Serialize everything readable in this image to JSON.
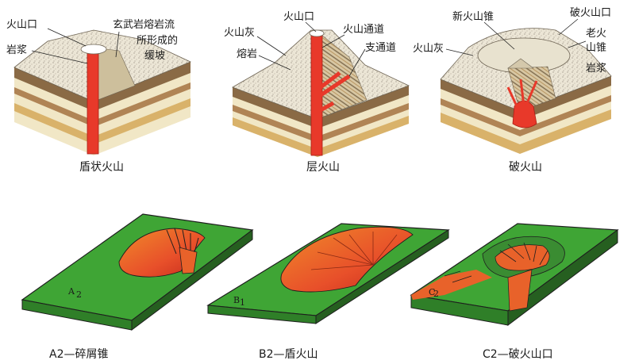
{
  "top_row": {
    "shield": {
      "caption": "盾状火山",
      "labels": {
        "crater": "火山口",
        "magma": "岩浆",
        "basalt_1": "玄武岩熔岩流",
        "basalt_2": "所形成的",
        "basalt_3": "缓坡"
      }
    },
    "strato": {
      "caption": "层火山",
      "labels": {
        "crater": "火山口",
        "ash": "火山灰",
        "conduit": "火山通道",
        "lava": "熔岩",
        "branch": "支通道"
      }
    },
    "caldera": {
      "caption": "破火山",
      "labels": {
        "new_cone": "新火山锥",
        "broken_crater": "破火山口",
        "old_1": "老火",
        "old_2": "山锥",
        "ash": "火山灰",
        "magma": "岩浆"
      }
    }
  },
  "bottom_row": {
    "a2": {
      "caption": "A2—碎屑锥",
      "slab_label": "A",
      "slab_sub": "2"
    },
    "b2": {
      "caption": "B2—盾火山",
      "slab_label": "B",
      "slab_sub": "1"
    },
    "c2": {
      "caption": "C2—破火山口",
      "slab_label": "C",
      "slab_sub": "2"
    }
  },
  "colors": {
    "magma": "#e8392a",
    "green": "#3fa535",
    "lava_orange": "#e8622a",
    "rock_top": "#ece6d6",
    "layer_brown": "#8a6a45",
    "layer_tan": "#d9b26a",
    "layer_cream": "#f1e7c6"
  }
}
